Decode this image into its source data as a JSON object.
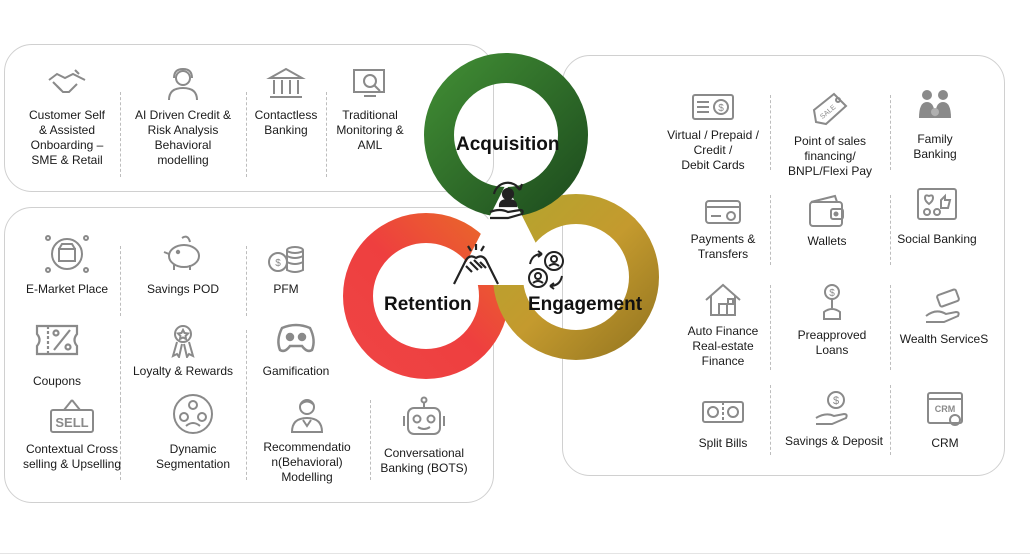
{
  "rings": {
    "acquisition": {
      "label": "Acquisition",
      "color": "#2e6b2c"
    },
    "retention": {
      "label": "Retention",
      "color": "#e8452f"
    },
    "engagement": {
      "label": "Engagement",
      "color": "#a8872a"
    }
  },
  "acquisition_panel": [
    {
      "icon": "handshake-icon",
      "label": "Customer Self\n& Assisted\nOnboarding –\nSME & Retail"
    },
    {
      "icon": "agent-headset-icon",
      "label": "AI Driven Credit  &\nRisk  Analysis\nBehavioral\nmodelling"
    },
    {
      "icon": "bank-icon",
      "label": "Contactless\nBanking"
    },
    {
      "icon": "monitor-search-icon",
      "label": "Traditional\nMonitoring &\nAML"
    }
  ],
  "retention_panel": [
    {
      "icon": "store-icon",
      "label": "E-Market Place"
    },
    {
      "icon": "piggy-bank-icon",
      "label": "Savings POD"
    },
    {
      "icon": "coins-icon",
      "label": "PFM"
    },
    {
      "icon": "coupon-icon",
      "label": "Coupons"
    },
    {
      "icon": "medal-icon",
      "label": "Loyalty & Rewards"
    },
    {
      "icon": "gamepad-icon",
      "label": "Gamification"
    },
    {
      "icon": "sell-tag-icon",
      "label": "Contextual Cross\nselling & Upselling"
    },
    {
      "icon": "people-circle-icon",
      "label": "Dynamic\nSegmentation"
    },
    {
      "icon": "person-icon",
      "label": "Recommendatio\nn(Behavioral)\nModelling"
    },
    {
      "icon": "robot-icon",
      "label": "Conversational\nBanking  (BOTS)"
    }
  ],
  "engagement_panel": [
    {
      "icon": "cards-icon",
      "label": "Virtual / Prepaid /\nCredit /\nDebit  Cards"
    },
    {
      "icon": "price-tag-icon",
      "label": "Point of sales\nfinancing/\nBNPL/Flexi Pay"
    },
    {
      "icon": "family-icon",
      "label": "Family\nBanking"
    },
    {
      "icon": "payment-card-icon",
      "label": "Payments &\nTransfers"
    },
    {
      "icon": "wallet-icon",
      "label": "Wallets"
    },
    {
      "icon": "social-icon",
      "label": "Social Banking"
    },
    {
      "icon": "house-icon",
      "label": "Auto Finance\nReal-estate\nFinance"
    },
    {
      "icon": "money-hand-icon",
      "label": "Preapproved\nLoans"
    },
    {
      "icon": "hand-money-icon",
      "label": "Wealth ServiceS"
    },
    {
      "icon": "split-bill-icon",
      "label": "Split Bills"
    },
    {
      "icon": "deposit-icon",
      "label": "Savings & Deposit"
    },
    {
      "icon": "crm-icon",
      "label": "CRM"
    }
  ]
}
